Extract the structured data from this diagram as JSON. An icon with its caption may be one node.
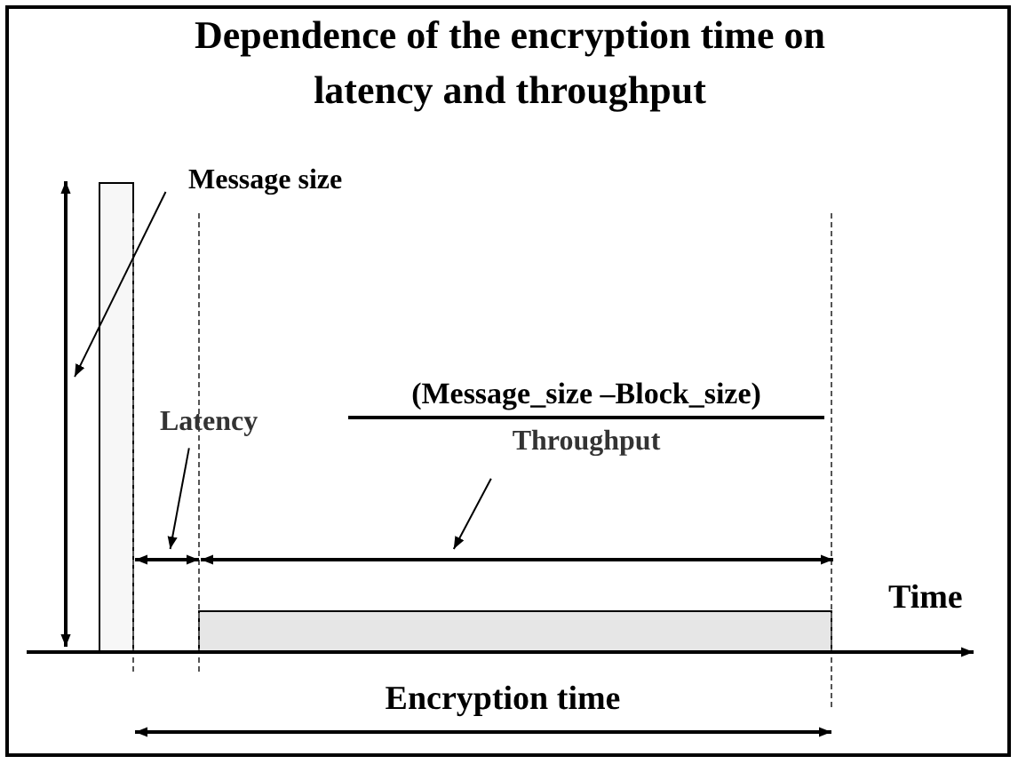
{
  "diagram": {
    "title": "Dependence of the encryption time on latency and throughput",
    "nodes": [
      {
        "text": [
          "Message size"
        ]
      },
      {
        "text": [],
        "shape": "arrow"
      },
      {
        "text": [
          "Latency"
        ]
      },
      {
        "text": [],
        "shape": "arrow"
      },
      {
        "text": [
          "(Message_size –Block_size)",
          "Throughput"
        ]
      },
      {
        "text": [],
        "shape": "arrow"
      }
    ],
    "edges": [
      {
        "from": 0,
        "to": 1,
        "arrow": "to"
      },
      {
        "from": 2,
        "to": 3,
        "arrow": "to"
      },
      {
        "from": 4,
        "to": 5,
        "arrow": "to"
      }
    ],
    "labels": [
      "Time",
      "Encryption time"
    ]
  }
}
